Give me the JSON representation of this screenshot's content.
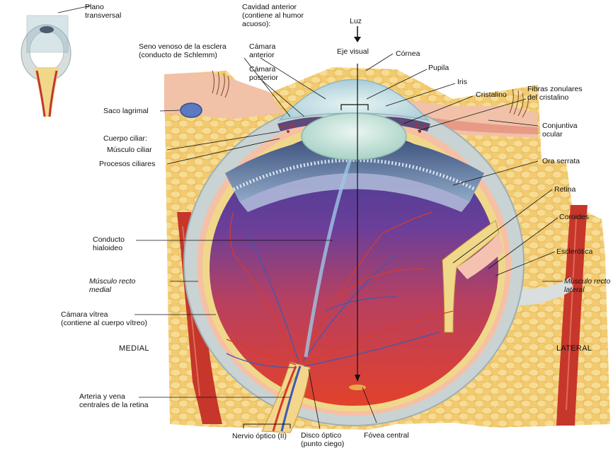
{
  "labels": {
    "plano_transversal": [
      "Plano",
      "transversal"
    ],
    "cavidad_anterior": [
      "Cavidad anterior",
      "(contiene al humor",
      "acuoso):"
    ],
    "luz": "Luz",
    "eje_visual": "Eje visual",
    "cornea": "Córnea",
    "pupila": "Pupila",
    "iris": "Iris",
    "cristalino": "Cristalino",
    "fibras_zonulares": [
      "Fibras zonulares",
      "del cristalino"
    ],
    "seno_venoso": [
      "Seno venoso de la esclera",
      "(conducto de Schlemm)"
    ],
    "camara_anterior": [
      "Cámara",
      "anterior"
    ],
    "camara_posterior": [
      "Cámara",
      "posterior"
    ],
    "saco_lagrimal": "Saco lagrimal",
    "cuerpo_ciliar": "Cuerpo ciliar:",
    "musculo_ciliar": "Músculo ciliar",
    "procesos_ciliares": "Procesos ciliares",
    "conjuntiva_ocular": [
      "Conjuntiva",
      "ocular"
    ],
    "ora_serrata": "Ora serrata",
    "retina": "Retina",
    "coroides": "Coroides",
    "esclerotica": "Esclerótica",
    "conducto_hialoideo": [
      "Conducto",
      "hialoideo"
    ],
    "musculo_recto_medial": [
      "Músculo recto",
      "medial"
    ],
    "musculo_recto_lateral": [
      "Músculo recto",
      "lateral"
    ],
    "camara_vitrea": [
      "Cámara vítrea",
      "(contiene al cuerpo vítreo)"
    ],
    "medial": "MEDIAL",
    "lateral": "LATERAL",
    "arteria_vena": [
      "Arteria y vena",
      "centrales de la retina"
    ],
    "nervio_optico": "Nervio óptico (II)",
    "disco_optico": [
      "Disco óptico",
      "(punto ciego)"
    ],
    "fovea_central": "Fóvea central"
  },
  "colors": {
    "sclera": "#c9d3d3",
    "fat": "#f2c96a",
    "muscle": "#c6362b",
    "vitreous_top": "#4a3f93",
    "vitreous_bottom": "#e0402c",
    "retina": "#f0d88a",
    "cornea": "#b9dfe6",
    "lens": "#cde9e0",
    "conjunctiva": "#f2b9a0"
  }
}
